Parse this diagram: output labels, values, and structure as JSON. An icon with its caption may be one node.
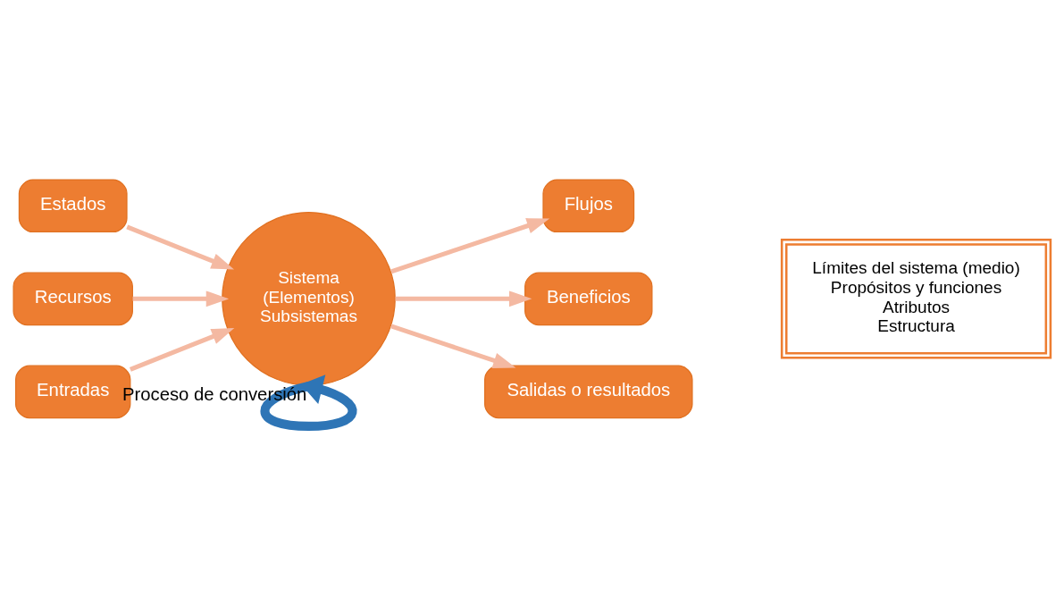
{
  "diagram": {
    "nodes": [
      {
        "text": [
          "Estados"
        ]
      },
      {
        "text": [
          "Flujos"
        ]
      },
      {
        "text": [
          "Recursos"
        ]
      },
      {
        "text": [
          "Beneficios"
        ]
      },
      {
        "text": [
          "Entradas"
        ]
      },
      {
        "text": [
          "Sistema (Elementos) Subsistemas"
        ]
      },
      {
        "text": [
          "Salidas o resultados"
        ]
      },
      {
        "text": [
          "Límites del sistema (medio)",
          "Propósitos y funciones",
          "Atributos",
          "Estructura"
        ]
      }
    ],
    "edges": [
      {
        "from": 4,
        "to": 5,
        "arrow": "to"
      },
      {
        "from": 2,
        "to": 5,
        "arrow": "to"
      },
      {
        "from": 0,
        "to": 5,
        "arrow": "to"
      },
      {
        "from": 5,
        "to": 1,
        "arrow": "to"
      },
      {
        "from": 5,
        "to": 3,
        "arrow": "to"
      },
      {
        "from": 5,
        "to": 6,
        "arrow": "to"
      },
      {
        "from": 5,
        "to": 5,
        "arrow": "to",
        "label": "Proceso de conversión",
        "style": "thick",
        "color": "#2e75b6"
      }
    ]
  }
}
